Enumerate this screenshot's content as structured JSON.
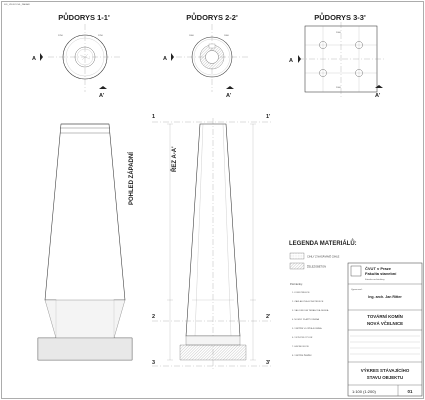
{
  "header": {
    "file_info": "001_VELKOCHL_ZADANI"
  },
  "plans": {
    "p1": {
      "title": "PŮDORYS 1-1'",
      "marker_a": "A",
      "marker_b": "A'"
    },
    "p2": {
      "title": "PŮDORYS 2-2'",
      "marker_a": "A",
      "marker_b": "A'"
    },
    "p3": {
      "title": "PŮDORYS 3-3'",
      "marker_a": "A",
      "marker_b": "A'"
    }
  },
  "views": {
    "elevation_label": "POHLED ZÁPADNÍ",
    "section_label": "ŘEZ A-A'"
  },
  "levels": {
    "l1_left": "1",
    "l1_right": "1'",
    "l2_left": "2",
    "l2_right": "2'",
    "l3_left": "3",
    "l3_right": "3'"
  },
  "legend": {
    "title": "LEGENDA MATERIÁLŮ:",
    "item1": "CIHLY Z NASÁVAVÉ CIHLE",
    "item2": "ŽELEZOBETON",
    "notes_title": "Poznámky:",
    "notes": [
      "1. KONSTRUKCE",
      "2. ZÁKLADOVÁ KONSTRUKCE",
      "3. VALOUNOVÁ TERASOVÁ DESKA",
      "4. NOSNÝ PLÁŠŤ KOMÍNA",
      "5. VNITŘNÍ VLOŽKA KOMÍNA",
      "6. VSTUPNÍ OTVOR",
      "7. HROMOSVOD",
      "8. VNITŘNÍ ŽEBŘÍK"
    ]
  },
  "titleblock": {
    "university": "ČVUT v Praze",
    "faculty": "Fakulta stavební",
    "dept": "Katedra architektury",
    "author_label": "Vypracoval:",
    "author": "Ing. arch. Jan Ritter",
    "project_line1": "TOVÁRNÍ KOMÍN",
    "project_line2": "NOVÁ VČELNICE",
    "drawing_line1": "VÝKRES STÁVAJÍCÍHO",
    "drawing_line2": "STAVU OBJEKTU",
    "scale": "1:100 (1:200)",
    "sheet_no": "01"
  }
}
